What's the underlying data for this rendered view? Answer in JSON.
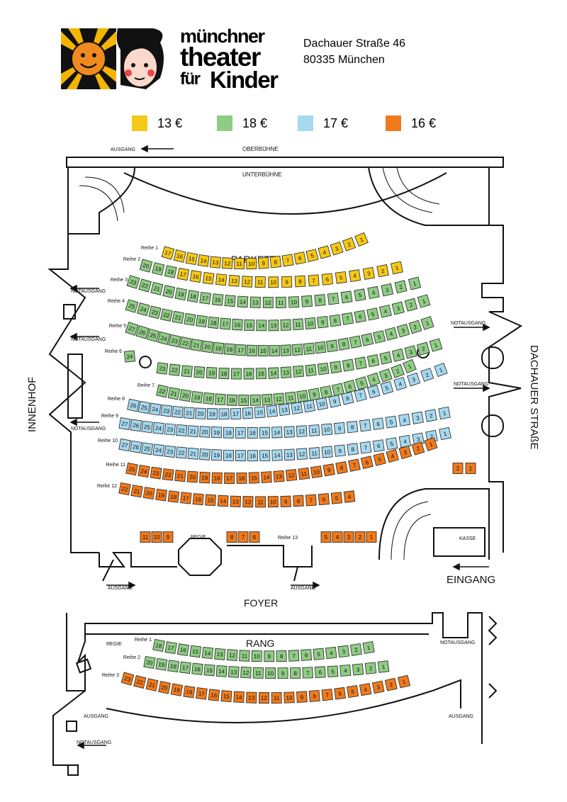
{
  "logo": {
    "line1": "münchner",
    "line2": "theater",
    "line3a": "für",
    "line3b": "Kinder"
  },
  "address": {
    "street": "Dachauer Straße 46",
    "city": "80335 München"
  },
  "legend": [
    {
      "label": "13 €",
      "color": "#f5c818"
    },
    {
      "label": "18 €",
      "color": "#8fcc84"
    },
    {
      "label": "17 €",
      "color": "#a6d8ef"
    },
    {
      "label": "16 €",
      "color": "#ef7a1d"
    }
  ],
  "labels": {
    "ausgang": "AUSGANG",
    "oberbuehne": "OBERBÜHNE",
    "unterbuehne": "UNTERBÜHNE",
    "notausgang": "NOTAUSGANG",
    "innenhof": "INNENHOF",
    "dachauer": "DACHAUER STRAßE",
    "parkett": "PARKETT",
    "regie": "REGIE",
    "reihe13": "Reihe 13",
    "kasse": "KASSE",
    "eingang": "EINGANG",
    "foyer": "FOYER",
    "rang": "RANG",
    "rang_regie": "REGIE"
  },
  "parkett_rows": [
    {
      "label": "Reihe 1",
      "segments": [
        {
          "from": 17,
          "to": 1,
          "price": "13"
        }
      ]
    },
    {
      "label": "Reihe 2",
      "segments": [
        {
          "from": 20,
          "to": 18,
          "price": "18"
        },
        {
          "from": 17,
          "to": 1,
          "price": "13"
        }
      ]
    },
    {
      "label": "Reihe 3",
      "segments": [
        {
          "from": 23,
          "to": 1,
          "price": "18"
        }
      ]
    },
    {
      "label": "Reihe 4",
      "segments": [
        {
          "from": 25,
          "to": 1,
          "price": "18"
        }
      ]
    },
    {
      "label": "Reihe 5",
      "segments": [
        {
          "from": 27,
          "to": 1,
          "price": "18"
        }
      ]
    },
    {
      "label": "Reihe 6",
      "segments": [
        {
          "from": 24,
          "to": 24,
          "price": "18"
        },
        {
          "from": 23,
          "to": 1,
          "price": "18"
        }
      ]
    },
    {
      "label": "Reihe 7",
      "segments": [
        {
          "from": 22,
          "to": 1,
          "price": "18"
        }
      ]
    },
    {
      "label": "Reihe 8",
      "segments": [
        {
          "from": 26,
          "to": 1,
          "price": "17"
        }
      ]
    },
    {
      "label": "Reihe 9",
      "segments": [
        {
          "from": 27,
          "to": 1,
          "price": "17"
        }
      ]
    },
    {
      "label": "Reihe 10",
      "segments": [
        {
          "from": 27,
          "to": 1,
          "price": "17"
        }
      ]
    },
    {
      "label": "Reihe 11",
      "segments": [
        {
          "from": 25,
          "to": 1,
          "price": "16"
        }
      ]
    },
    {
      "label": "Reihe 12",
      "segments": [
        {
          "from": 22,
          "to": 4,
          "price": "16"
        }
      ]
    }
  ],
  "reihe13_groups": [
    {
      "seats": [
        "11",
        "10",
        "9"
      ],
      "price": "16"
    },
    {
      "seats": [
        "8",
        "7",
        "6"
      ],
      "price": "16"
    },
    {
      "seats": [
        "5",
        "4",
        "3",
        "2",
        "1"
      ],
      "price": "16"
    }
  ],
  "side_box": {
    "seats": [
      "2",
      "1"
    ],
    "price": "16"
  },
  "rang_rows": [
    {
      "label": "Reihe 1",
      "from": 18,
      "to": 1,
      "price": "18"
    },
    {
      "label": "Reihe 2",
      "from": 20,
      "to": 1,
      "price": "18"
    },
    {
      "label": "Reihe 3",
      "from": 23,
      "to": 1,
      "price": "16"
    }
  ]
}
